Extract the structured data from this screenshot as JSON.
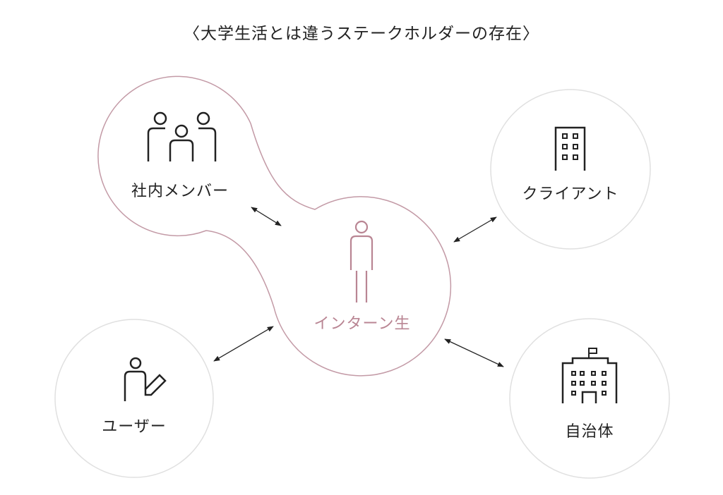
{
  "title": "〈大学生活とは違うステークホルダーの存在〉",
  "center": {
    "label": "インターン生",
    "icon": "person-icon"
  },
  "stakeholders": [
    {
      "label": "社内メンバー",
      "icon": "group-icon"
    },
    {
      "label": "クライアント",
      "icon": "building-icon"
    },
    {
      "label": "ユーザー",
      "icon": "user-writing-icon"
    },
    {
      "label": "自治体",
      "icon": "government-building-icon"
    }
  ],
  "colors": {
    "accent": "#c39aa6",
    "accent_text": "#b98593",
    "circle": "#e0e0e0",
    "ink": "#222222"
  }
}
